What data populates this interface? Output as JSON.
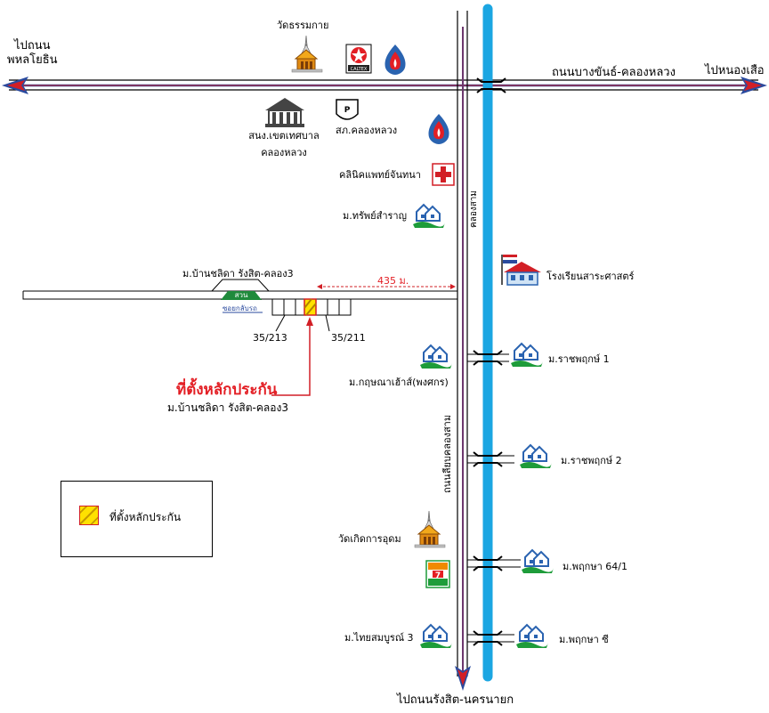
{
  "roads": {
    "west_destination_line1": "ไปถนน",
    "west_destination_line2": "พหลโยธิน",
    "east_destination": "ไปหนองเสือ",
    "main_road": "ถนนบางขันธ์-คลองหลวง",
    "side_road": "ถนนลียบคลองสาม",
    "canal": "คลองสาม",
    "south_destination": "ไปถนนรังสิต-นครนายก",
    "distance": "435 ม."
  },
  "places": {
    "temple_top": "วัดธรรมกาย",
    "caltex": "CALTEX",
    "municipal_office_line1": "สนง.เขตเทศบาล",
    "municipal_office_line2": "คลองหลวง",
    "police_station": "สภ.คลองหลวง",
    "police_sign": "P",
    "clinic": "คลินิคแพทย์จันทนา",
    "sap_samran": "ม.ทรัพย์สำราญ",
    "ban_chalida_top": "ม.บ้านชลิดา รังสิต-คลอง3",
    "garden": "สวน",
    "small_alley": "ซอยกลับรถ",
    "house_left": "35/213",
    "house_right": "35/211",
    "school": "โรงเรียนสาระศาสตร์",
    "ratchaphruek1": "ม.ราชพฤกษ์ 1",
    "krisana": "ม.กฤษณาเฮ้าส์(พงศกร)",
    "ratchaphruek2": "ม.ราชพฤกษ์ 2",
    "wat_koet": "วัดเกิดการอุดม",
    "seven_eleven": "7",
    "phruksa641": "ม.พฤกษา 64/1",
    "thai_somboon": "ม.ไทยสมบูรณ์ 3",
    "phruksa_g": "ม.พฤกษา ซี"
  },
  "location": {
    "title": "ที่ตั้งหลักประกัน",
    "subtitle": "ม.บ้านชลิดา รังสิต-คลอง3"
  },
  "legend": {
    "label": "ที่ตั้งหลักประกัน"
  },
  "colors": {
    "road_arrow_blue": "#2a4a9e",
    "road_arrow_red": "#d21f26",
    "canal": "#1ba6e2",
    "highlight": "#ffe100",
    "garden": "#1f8a3b",
    "house_blue": "#2a63b0",
    "house_green": "#1e9c3a"
  }
}
